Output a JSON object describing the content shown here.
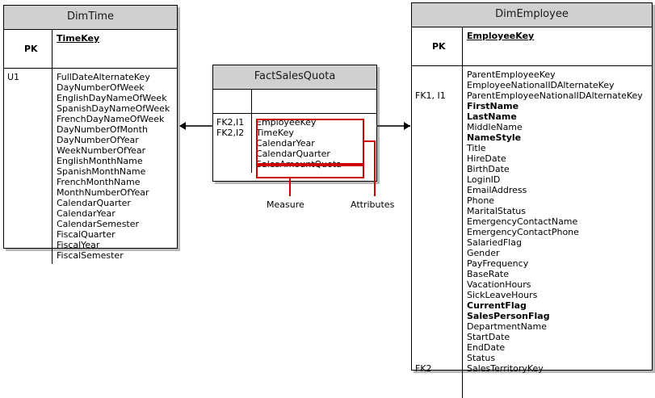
{
  "diagram": {
    "type": "entity-relationship-diagram",
    "accent_color": "#cc0000",
    "header_color": "#d0d0d0",
    "connector_color": "#3a3a3a"
  },
  "dim_time": {
    "title": "DimTime",
    "pk_label": "PK",
    "pk_field": "TimeKey",
    "key_column": "U1",
    "fields": [
      "FullDateAlternateKey",
      "DayNumberOfWeek",
      "EnglishDayNameOfWeek",
      "SpanishDayNameOfWeek",
      "FrenchDayNameOfWeek",
      "DayNumberOfMonth",
      "DayNumberOfYear",
      "WeekNumberOfYear",
      "EnglishMonthName",
      "SpanishMonthName",
      "FrenchMonthName",
      "MonthNumberOfYear",
      "CalendarQuarter",
      "CalendarYear",
      "CalendarSemester",
      "FiscalQuarter",
      "FiscalYear",
      "FiscalSemester"
    ]
  },
  "fact_sales_quota": {
    "title": "FactSalesQuota",
    "pk_label": "",
    "pk_field": "",
    "key_column": "FK2,I1\nFK2,I2",
    "attribute_fields": [
      "EmployeeKey",
      "TimeKey",
      "CalendarYear",
      "CalendarQuarter"
    ],
    "measure_fields": [
      "SalesAmountQuota"
    ]
  },
  "dim_employee": {
    "title": "DimEmployee",
    "pk_label": "PK",
    "pk_field": "EmployeeKey",
    "key_column_top": "FK1, I1",
    "key_column_bottom": "FK2",
    "fields": [
      {
        "name": "ParentEmployeeKey",
        "required": false
      },
      {
        "name": "EmployeeNationalIDAlternateKey",
        "required": false
      },
      {
        "name": "ParentEmployeeNationalIDAlternateKey",
        "required": false
      },
      {
        "name": "FirstName",
        "required": true
      },
      {
        "name": "LastName",
        "required": true
      },
      {
        "name": "MiddleName",
        "required": false
      },
      {
        "name": "NameStyle",
        "required": true
      },
      {
        "name": "Title",
        "required": false
      },
      {
        "name": "HireDate",
        "required": false
      },
      {
        "name": "BirthDate",
        "required": false
      },
      {
        "name": "LoginID",
        "required": false
      },
      {
        "name": "EmailAddress",
        "required": false
      },
      {
        "name": "Phone",
        "required": false
      },
      {
        "name": "MaritalStatus",
        "required": false
      },
      {
        "name": "EmergencyContactName",
        "required": false
      },
      {
        "name": "EmergencyContactPhone",
        "required": false
      },
      {
        "name": "SalariedFlag",
        "required": false
      },
      {
        "name": "Gender",
        "required": false
      },
      {
        "name": "PayFrequency",
        "required": false
      },
      {
        "name": "BaseRate",
        "required": false
      },
      {
        "name": "VacationHours",
        "required": false
      },
      {
        "name": "SickLeaveHours",
        "required": false
      },
      {
        "name": "CurrentFlag",
        "required": true
      },
      {
        "name": "SalesPersonFlag",
        "required": true
      },
      {
        "name": "DepartmentName",
        "required": false
      },
      {
        "name": "StartDate",
        "required": false
      },
      {
        "name": "EndDate",
        "required": false
      },
      {
        "name": "Status",
        "required": false
      },
      {
        "name": "SalesTerritoryKey",
        "required": false
      }
    ]
  },
  "annotations": {
    "measure": "Measure",
    "attributes": "Attributes"
  }
}
